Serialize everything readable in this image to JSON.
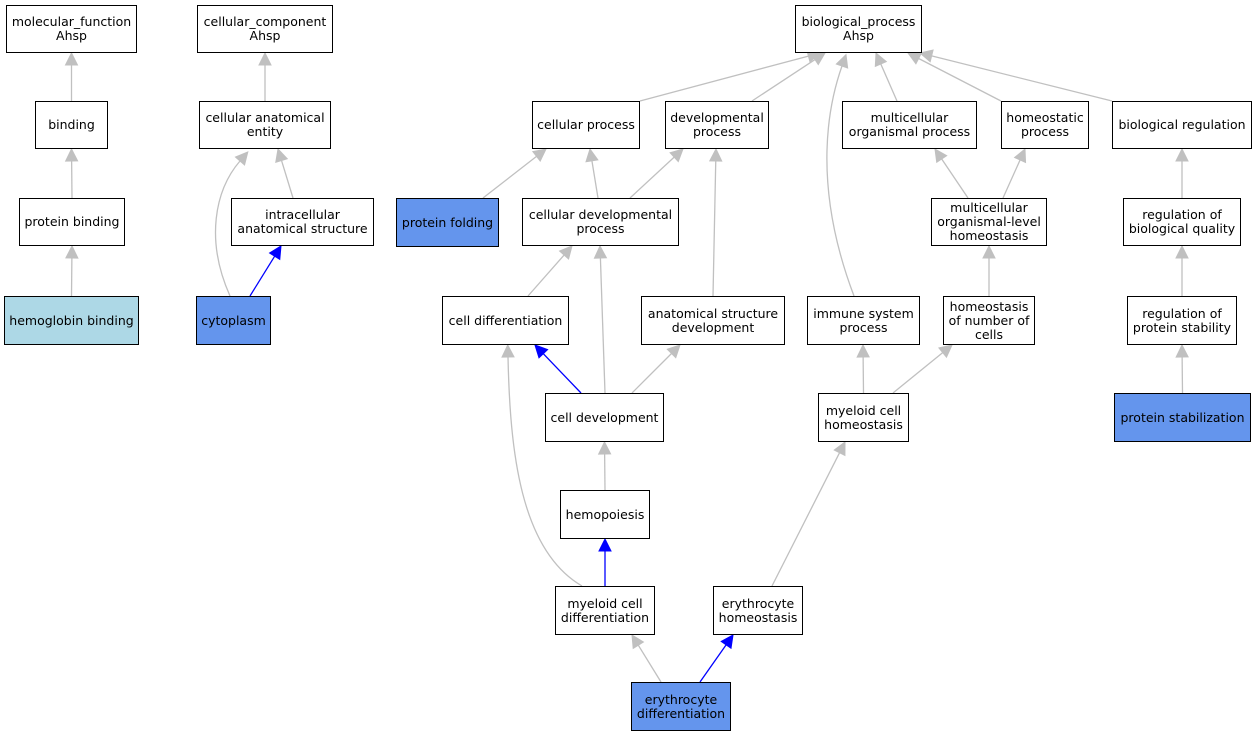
{
  "colors": {
    "white": "#ffffff",
    "light": "#add8e6",
    "blue": "#6495ed",
    "edge_gray": "#c0c0c0",
    "edge_blue": "#0000ff"
  },
  "nodes": {
    "mf_root": {
      "label": "molecular_function\nAhsp",
      "fill": "white"
    },
    "cc_root": {
      "label": "cellular_component\nAhsp",
      "fill": "white"
    },
    "bp_root": {
      "label": "biological_process\nAhsp",
      "fill": "white"
    },
    "binding": {
      "label": "binding",
      "fill": "white"
    },
    "protein_binding": {
      "label": "protein binding",
      "fill": "white"
    },
    "hemoglobin_binding": {
      "label": "hemoglobin binding",
      "fill": "light"
    },
    "cellular_anatomical_entity": {
      "label": "cellular anatomical\nentity",
      "fill": "white"
    },
    "intracellular_anatomical_structure": {
      "label": "intracellular\nanatomical structure",
      "fill": "white"
    },
    "cytoplasm": {
      "label": "cytoplasm",
      "fill": "blue"
    },
    "cellular_process": {
      "label": "cellular process",
      "fill": "white"
    },
    "developmental_process": {
      "label": "developmental\nprocess",
      "fill": "white"
    },
    "multicellular_organismal_process": {
      "label": "multicellular\norganismal process",
      "fill": "white"
    },
    "homeostatic_process": {
      "label": "homeostatic\nprocess",
      "fill": "white"
    },
    "biological_regulation": {
      "label": "biological regulation",
      "fill": "white"
    },
    "protein_folding": {
      "label": "protein folding",
      "fill": "blue"
    },
    "cellular_developmental_process": {
      "label": "cellular developmental\nprocess",
      "fill": "white"
    },
    "multicellular_organismal_level_homeostasis": {
      "label": "multicellular\norganismal-level\nhomeostasis",
      "fill": "white"
    },
    "regulation_of_biological_quality": {
      "label": "regulation of\nbiological quality",
      "fill": "white"
    },
    "cell_differentiation": {
      "label": "cell differentiation",
      "fill": "white"
    },
    "anatomical_structure_development": {
      "label": "anatomical structure\ndevelopment",
      "fill": "white"
    },
    "immune_system_process": {
      "label": "immune system\nprocess",
      "fill": "white"
    },
    "homeostasis_of_number_of_cells": {
      "label": "homeostasis\nof number of\ncells",
      "fill": "white"
    },
    "regulation_of_protein_stability": {
      "label": "regulation of\nprotein stability",
      "fill": "white"
    },
    "cell_development": {
      "label": "cell development",
      "fill": "white"
    },
    "myeloid_cell_homeostasis": {
      "label": "myeloid cell\nhomeostasis",
      "fill": "white"
    },
    "protein_stabilization": {
      "label": "protein stabilization",
      "fill": "blue"
    },
    "hemopoiesis": {
      "label": "hemopoiesis",
      "fill": "white"
    },
    "myeloid_cell_differentiation": {
      "label": "myeloid cell\ndifferentiation",
      "fill": "white"
    },
    "erythrocyte_homeostasis": {
      "label": "erythrocyte\nhomeostasis",
      "fill": "white"
    },
    "erythrocyte_differentiation": {
      "label": "erythrocyte\ndifferentiation",
      "fill": "blue"
    }
  },
  "edges": [
    {
      "from": "binding",
      "to": "mf_root",
      "color": "edge_gray"
    },
    {
      "from": "protein_binding",
      "to": "binding",
      "color": "edge_gray"
    },
    {
      "from": "hemoglobin_binding",
      "to": "protein_binding",
      "color": "edge_gray"
    },
    {
      "from": "cellular_anatomical_entity",
      "to": "cc_root",
      "color": "edge_gray"
    },
    {
      "from": "intracellular_anatomical_structure",
      "to": "cellular_anatomical_entity",
      "color": "edge_gray"
    },
    {
      "from": "cytoplasm",
      "to": "cellular_anatomical_entity",
      "color": "edge_gray"
    },
    {
      "from": "cytoplasm",
      "to": "intracellular_anatomical_structure",
      "color": "edge_blue"
    },
    {
      "from": "cellular_process",
      "to": "bp_root",
      "color": "edge_gray"
    },
    {
      "from": "developmental_process",
      "to": "bp_root",
      "color": "edge_gray"
    },
    {
      "from": "multicellular_organismal_process",
      "to": "bp_root",
      "color": "edge_gray"
    },
    {
      "from": "homeostatic_process",
      "to": "bp_root",
      "color": "edge_gray"
    },
    {
      "from": "biological_regulation",
      "to": "bp_root",
      "color": "edge_gray"
    },
    {
      "from": "immune_system_process",
      "to": "bp_root",
      "color": "edge_gray"
    },
    {
      "from": "protein_folding",
      "to": "cellular_process",
      "color": "edge_gray"
    },
    {
      "from": "cellular_developmental_process",
      "to": "cellular_process",
      "color": "edge_gray"
    },
    {
      "from": "cellular_developmental_process",
      "to": "developmental_process",
      "color": "edge_gray"
    },
    {
      "from": "anatomical_structure_development",
      "to": "developmental_process",
      "color": "edge_gray"
    },
    {
      "from": "multicellular_organismal_level_homeostasis",
      "to": "multicellular_organismal_process",
      "color": "edge_gray"
    },
    {
      "from": "multicellular_organismal_level_homeostasis",
      "to": "homeostatic_process",
      "color": "edge_gray"
    },
    {
      "from": "regulation_of_biological_quality",
      "to": "biological_regulation",
      "color": "edge_gray"
    },
    {
      "from": "cell_differentiation",
      "to": "cellular_developmental_process",
      "color": "edge_gray"
    },
    {
      "from": "cell_development",
      "to": "cellular_developmental_process",
      "color": "edge_gray"
    },
    {
      "from": "cell_development",
      "to": "cell_differentiation",
      "color": "edge_blue"
    },
    {
      "from": "cell_development",
      "to": "anatomical_structure_development",
      "color": "edge_gray"
    },
    {
      "from": "homeostasis_of_number_of_cells",
      "to": "multicellular_organismal_level_homeostasis",
      "color": "edge_gray"
    },
    {
      "from": "regulation_of_protein_stability",
      "to": "regulation_of_biological_quality",
      "color": "edge_gray"
    },
    {
      "from": "myeloid_cell_homeostasis",
      "to": "immune_system_process",
      "color": "edge_gray"
    },
    {
      "from": "myeloid_cell_homeostasis",
      "to": "homeostasis_of_number_of_cells",
      "color": "edge_gray"
    },
    {
      "from": "protein_stabilization",
      "to": "regulation_of_protein_stability",
      "color": "edge_gray"
    },
    {
      "from": "hemopoiesis",
      "to": "cell_development",
      "color": "edge_gray"
    },
    {
      "from": "myeloid_cell_differentiation",
      "to": "hemopoiesis",
      "color": "edge_blue"
    },
    {
      "from": "myeloid_cell_differentiation",
      "to": "cell_differentiation",
      "color": "edge_gray"
    },
    {
      "from": "erythrocyte_homeostasis",
      "to": "myeloid_cell_homeostasis",
      "color": "edge_gray"
    },
    {
      "from": "erythrocyte_differentiation",
      "to": "myeloid_cell_differentiation",
      "color": "edge_gray"
    },
    {
      "from": "erythrocyte_differentiation",
      "to": "erythrocyte_homeostasis",
      "color": "edge_blue"
    }
  ]
}
